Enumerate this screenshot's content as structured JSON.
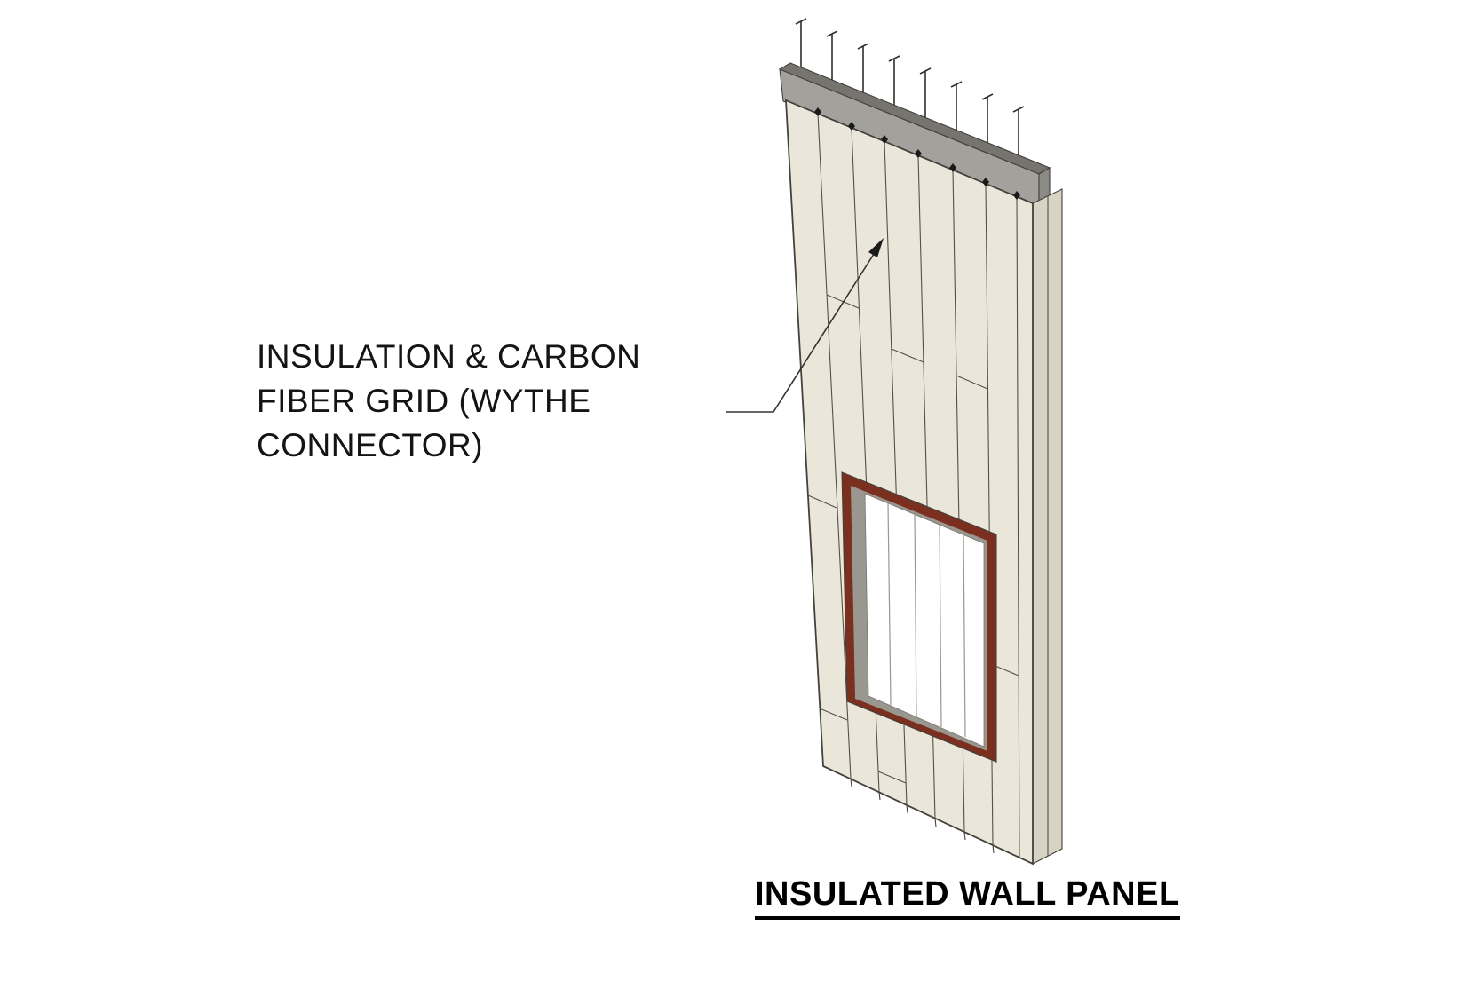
{
  "annotation": {
    "label_lines": [
      "INSULATION & CARBON",
      "FIBER GRID (WYTHE",
      "CONNECTOR)"
    ]
  },
  "title": {
    "text": "INSULATED WALL PANEL"
  },
  "colors": {
    "panel_face": "#eae7da",
    "panel_side": "#d8d4c5",
    "cap_front": "#a3a19c",
    "cap_top": "#75746f",
    "cap_end": "#8c8a85",
    "window_frame": "#7b2f1e",
    "window_reveal": "#9a9790",
    "window_glass": "#ffffff",
    "anchor_mark": "#1a1a1a",
    "leader": "#333333"
  }
}
